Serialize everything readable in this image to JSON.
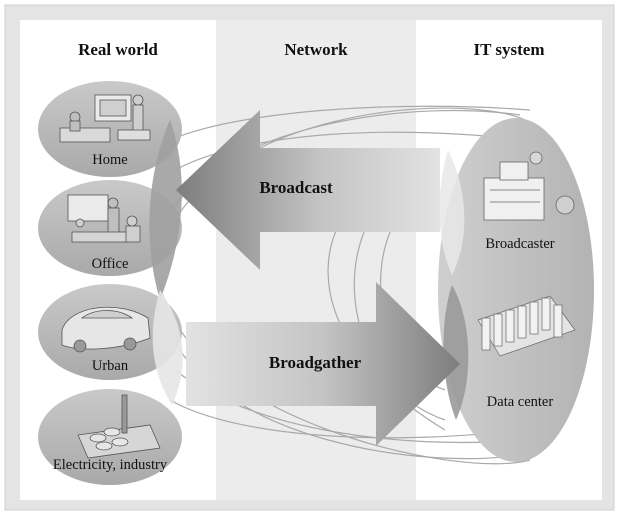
{
  "columns": {
    "real_world": "Real world",
    "network": "Network",
    "it_system": "IT system"
  },
  "real_world_items": [
    "Home",
    "Office",
    "Urban",
    "Electricity, industry"
  ],
  "it_items": [
    "Broadcaster",
    "Data center"
  ],
  "arrows": {
    "broadcast": "Broadcast",
    "broadgather": "Broadgather"
  },
  "colors": {
    "outer_frame": "#e6e6e6",
    "panel": "#ffffff",
    "ellipse": "#b8b8b8",
    "arrow_dark": "#8a8a8a",
    "arrow_light": "#dcdcdc"
  }
}
